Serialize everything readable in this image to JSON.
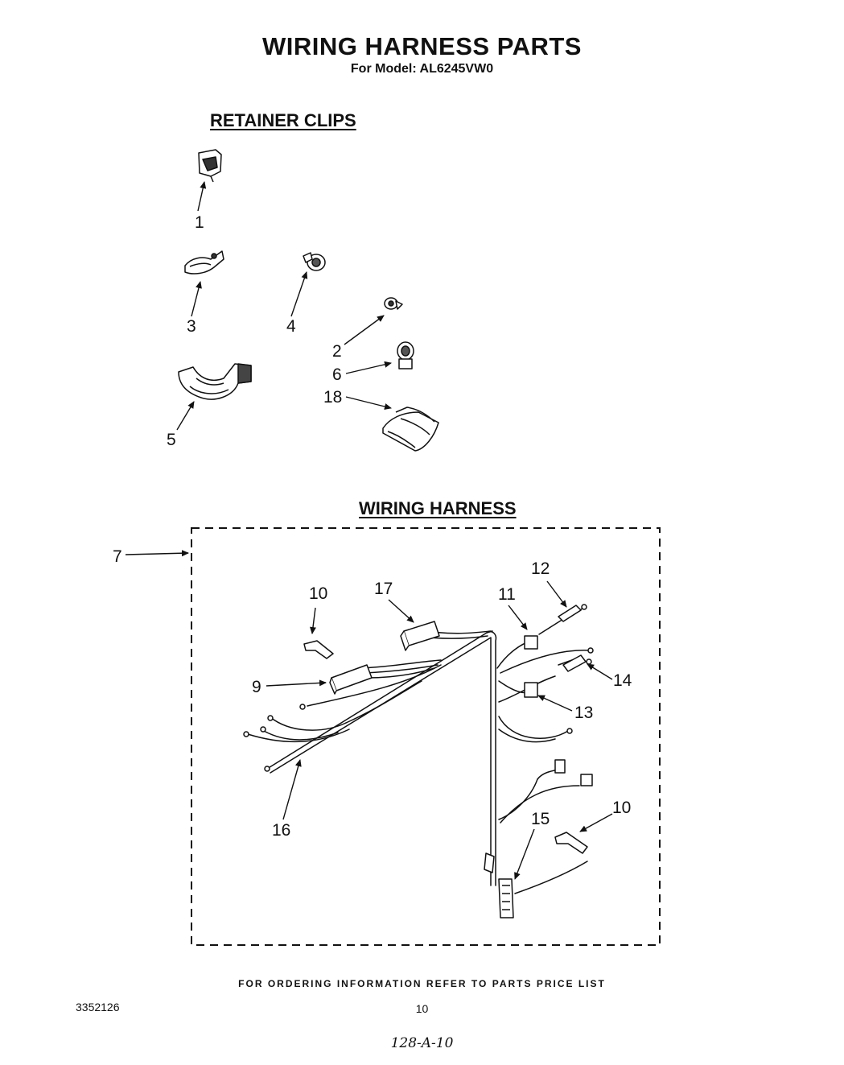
{
  "header": {
    "title": "WIRING HARNESS PARTS",
    "subtitle": "For Model: AL6245VW0"
  },
  "sections": {
    "retainer_clips": "RETAINER CLIPS",
    "wiring_harness": "WIRING HARNESS"
  },
  "callouts": {
    "c1": "1",
    "c3": "3",
    "c4": "4",
    "c2": "2",
    "c6": "6",
    "c18": "18",
    "c5": "5",
    "c7": "7",
    "c10a": "10",
    "c17": "17",
    "c11": "11",
    "c12": "12",
    "c9": "9",
    "c14": "14",
    "c13": "13",
    "c16": "16",
    "c15": "15",
    "c10b": "10"
  },
  "footer": {
    "ordering_note": "FOR ORDERING INFORMATION REFER TO PARTS PRICE LIST",
    "document_number": "3352126",
    "page_number": "10",
    "handwritten_ref": "128-A-10"
  }
}
